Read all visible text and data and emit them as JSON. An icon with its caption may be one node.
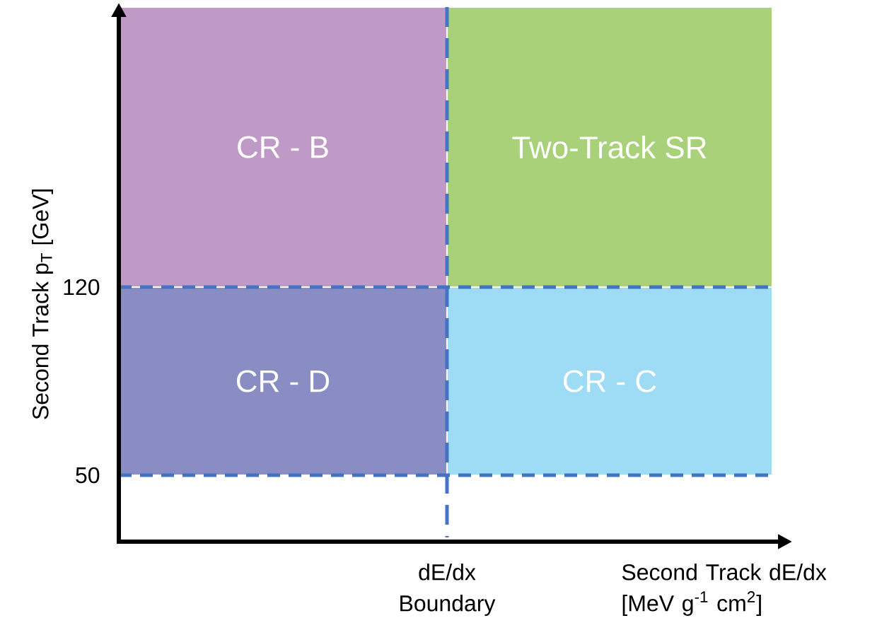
{
  "diagram": {
    "nodes": [
      {
        "text": [
          "CR - B"
        ]
      },
      {
        "text": [
          "Two-Track SR"
        ]
      },
      {
        "text": [
          "CR - D"
        ]
      },
      {
        "text": [
          "CR - C"
        ]
      }
    ],
    "labels": [
      "Second Track p$_{T}$ [GeV]",
      "120",
      "50",
      "dE/dx Boundary",
      "Second Track dE/dx [MeV g$^{-1}$ cm$^{2}$]"
    ]
  }
}
